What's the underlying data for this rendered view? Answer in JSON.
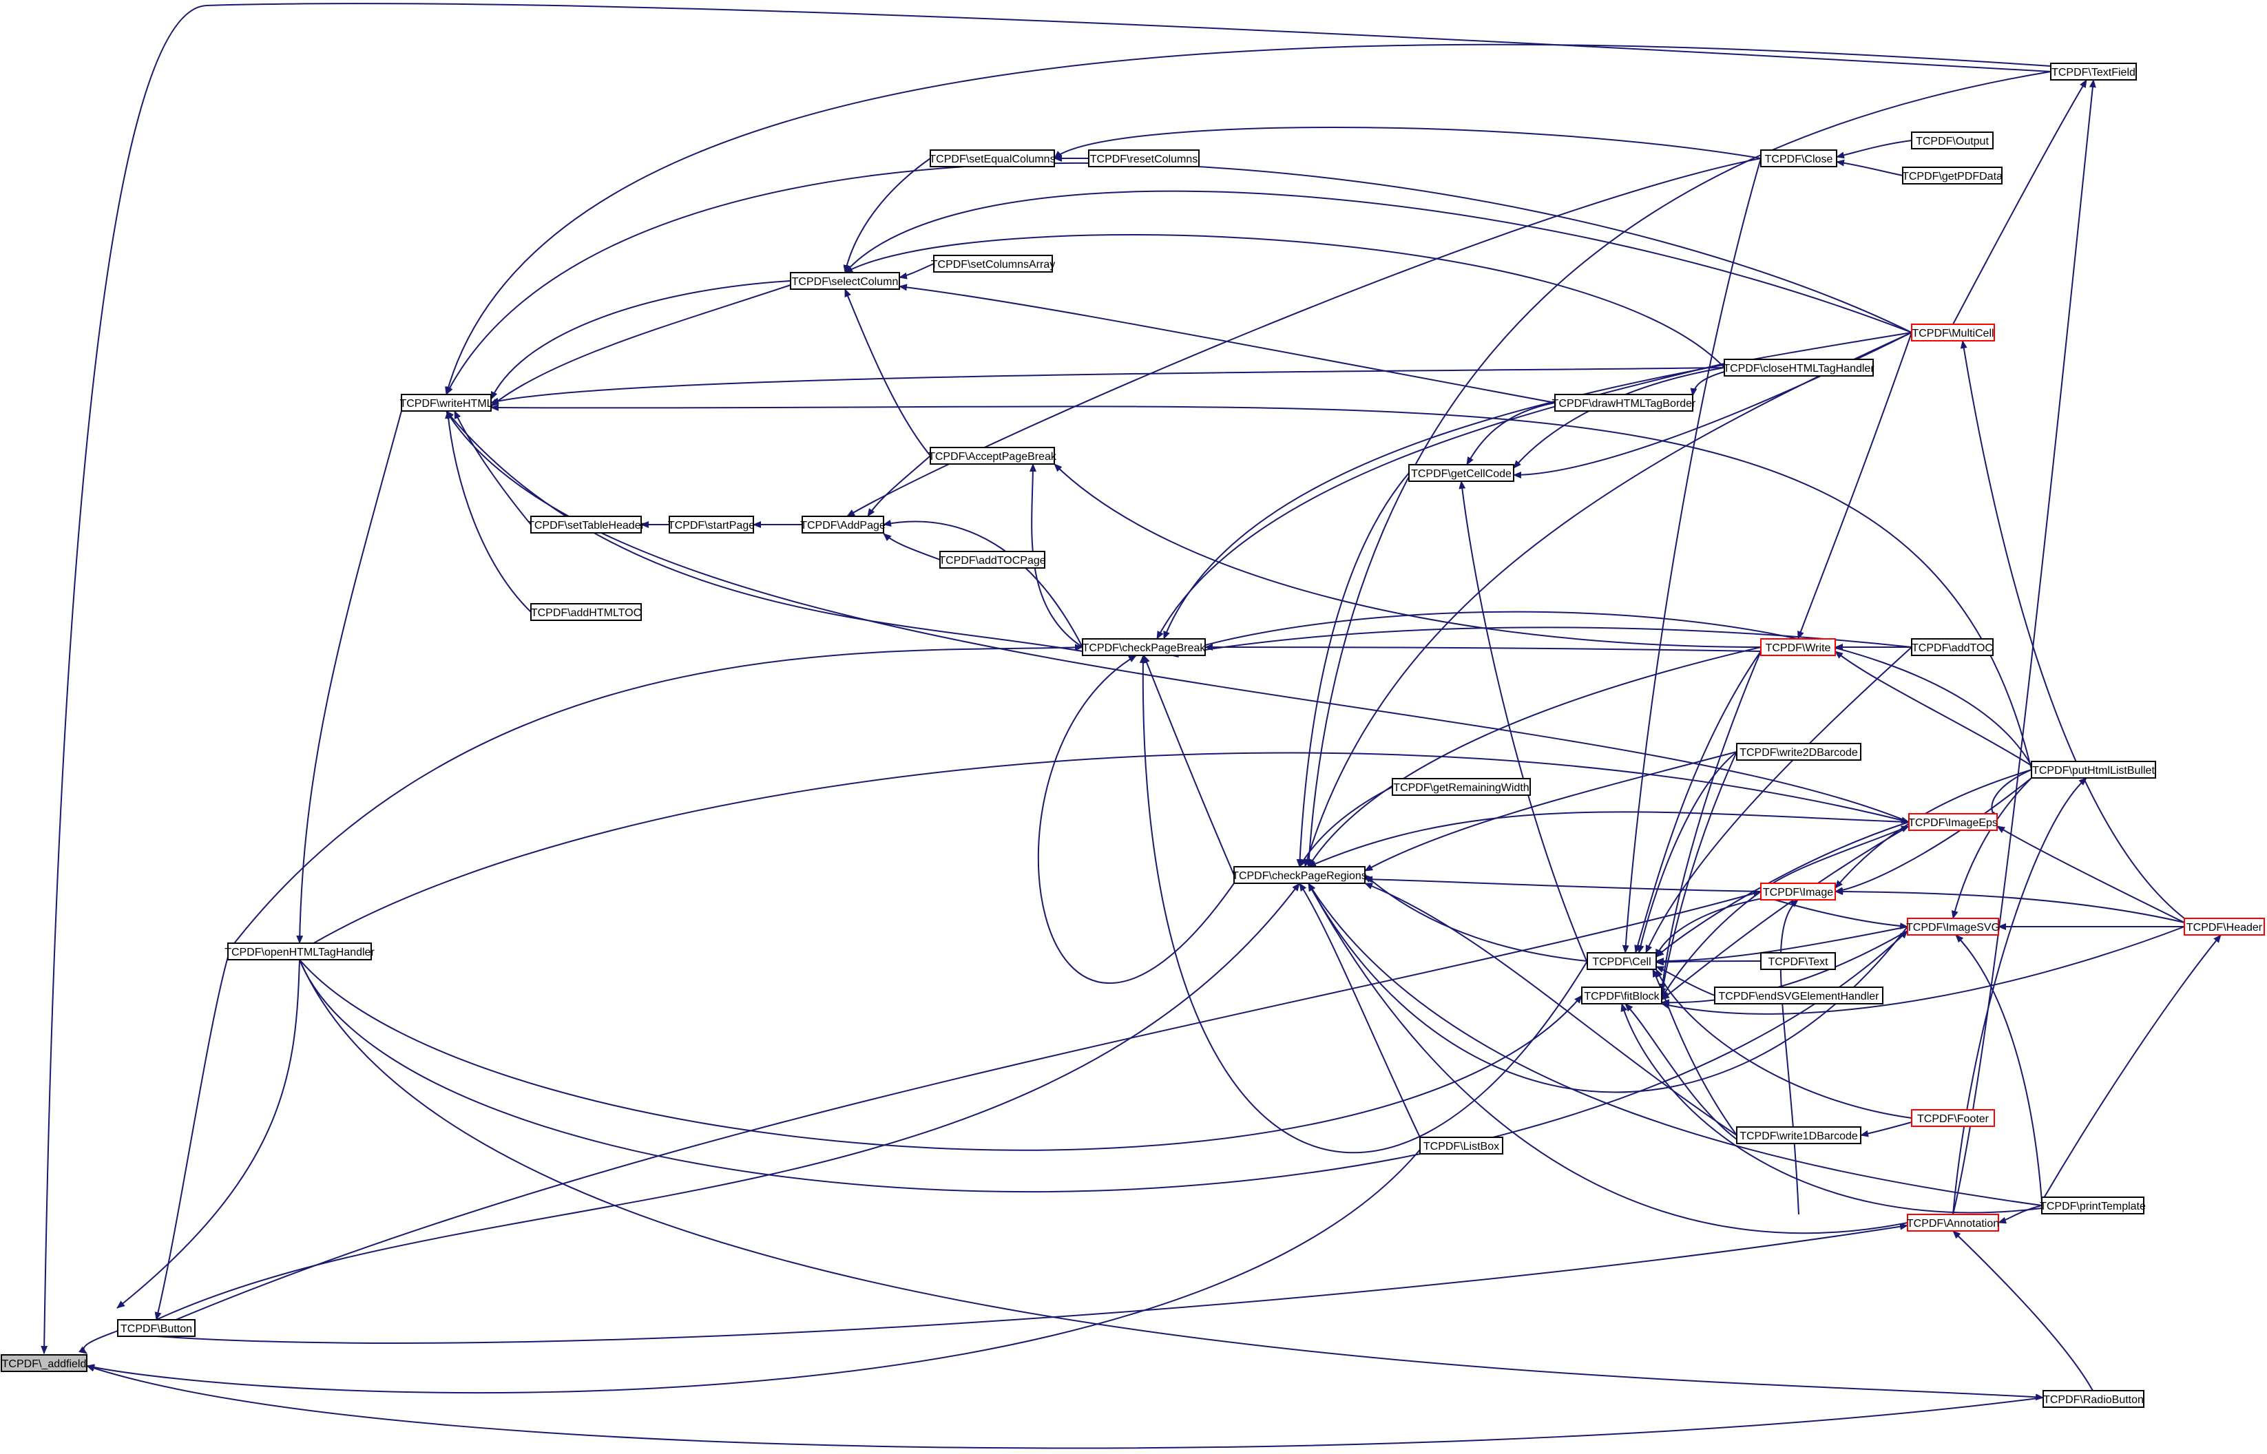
{
  "colors": {
    "edge": "#191970",
    "node_border": "#000000",
    "node_border_truncated": "#ff0000",
    "node_fill": "#ffffff",
    "current_node_fill": "#bfbfbf"
  },
  "nodes": {
    "addfield": "TCPDF\\_addfield",
    "button": "TCPDF\\Button",
    "openhtml": "TCPDF\\openHTMLTagHandler",
    "writehtml": "TCPDF\\writeHTML",
    "settableheader": "TCPDF\\setTableHeader",
    "addhtmltoc": "TCPDF\\addHTMLTOC",
    "startpage": "TCPDF\\startPage",
    "addpage": "TCPDF\\AddPage",
    "addtocpage": "TCPDF\\addTOCPage",
    "acceptpagebreak": "TCPDF\\AcceptPageBreak",
    "setequalcolumns": "TCPDF\\setEqualColumns",
    "resetcolumns": "TCPDF\\resetColumns",
    "selectcolumn": "TCPDF\\selectColumn",
    "setcolumnsarray": "TCPDF\\setColumnsArray",
    "checkpagebreak": "TCPDF\\checkPageBreak",
    "checkpageregions": "TCPDF\\checkPageRegions",
    "getcellcode": "TCPDF\\getCellCode",
    "getremainingwidth": "TCPDF\\getRemainingWidth",
    "listbox": "TCPDF\\ListBox",
    "cell": "TCPDF\\Cell",
    "fitblock": "TCPDF\\fitBlock",
    "close": "TCPDF\\Close",
    "output": "TCPDF\\Output",
    "getpdfdata": "TCPDF\\getPDFData",
    "closehtml": "TCPDF\\closeHTMLTagHandler",
    "drawhtmlborder": "TCPDF\\drawHTMLTagBorder",
    "write": "TCPDF\\Write",
    "addtoc": "TCPDF\\addTOC",
    "write2d": "TCPDF\\write2DBarcode",
    "imageeps": "TCPDF\\ImageEps",
    "image": "TCPDF\\Image",
    "imagesvg": "TCPDF\\ImageSVG",
    "text": "TCPDF\\Text",
    "endsvg": "TCPDF\\endSVGElementHandler",
    "footer": "TCPDF\\Footer",
    "write1d": "TCPDF\\write1DBarcode",
    "annotation": "TCPDF\\Annotation",
    "printtemplate": "TCPDF\\printTemplate",
    "radiobutton": "TCPDF\\RadioButton",
    "textfield": "TCPDF\\TextField",
    "multicell": "TCPDF\\MultiCell",
    "puthtmllistbullet": "TCPDF\\putHtmlListBullet",
    "header": "TCPDF\\Header"
  }
}
